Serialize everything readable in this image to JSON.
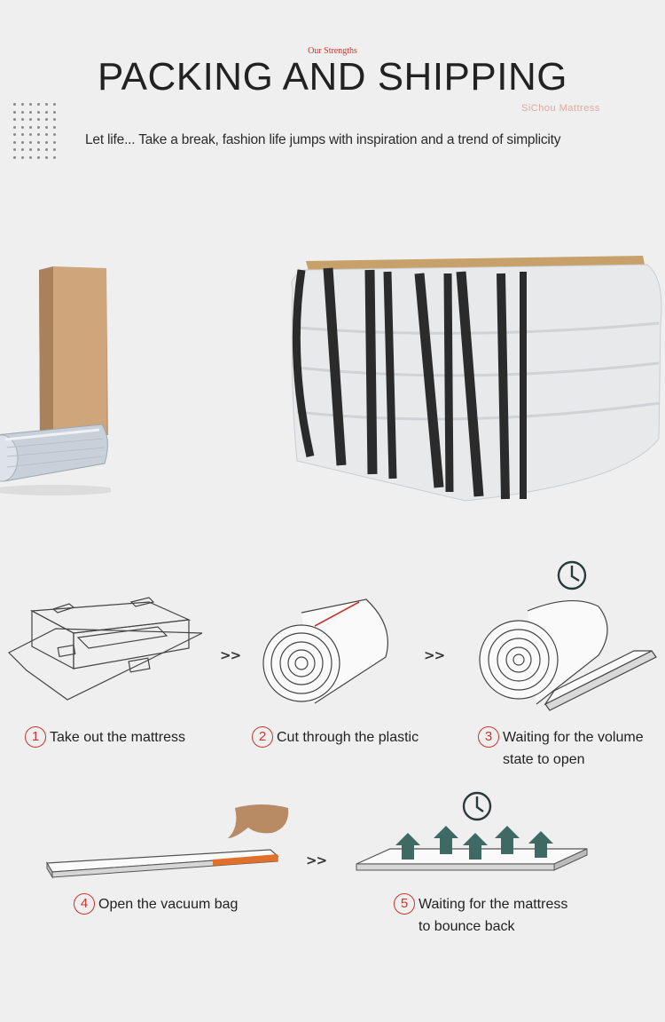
{
  "header": {
    "eyebrow": "Our Strengths",
    "title": "PACKING AND SHIPPING",
    "brand": "SiChou Mattress",
    "tagline": "Let life... Take a break, fashion life jumps with inspiration and a trend of simplicity"
  },
  "photos": {
    "left_icon": "boxed-rolled-mattress",
    "right_icon": "palletized-mattresses"
  },
  "separators": [
    ">>",
    ">>",
    ">>"
  ],
  "steps": [
    {
      "number": "1",
      "text": "Take out the mattress",
      "icon": "box-icon"
    },
    {
      "number": "2",
      "text": "Cut through the plastic",
      "icon": "roll-icon"
    },
    {
      "number": "3",
      "text": "Waiting for the volume\nstate to open",
      "icon": "unrolling-icon"
    },
    {
      "number": "4",
      "text": "Open the vacuum bag",
      "icon": "vacuum-bag-icon"
    },
    {
      "number": "5",
      "text": "Waiting for the mattress\nto bounce back",
      "icon": "bounce-back-icon"
    }
  ],
  "colors": {
    "accent": "#c8372d",
    "arrow": "#3f6a63",
    "bag": "#b98b65",
    "background": "#efefef"
  }
}
